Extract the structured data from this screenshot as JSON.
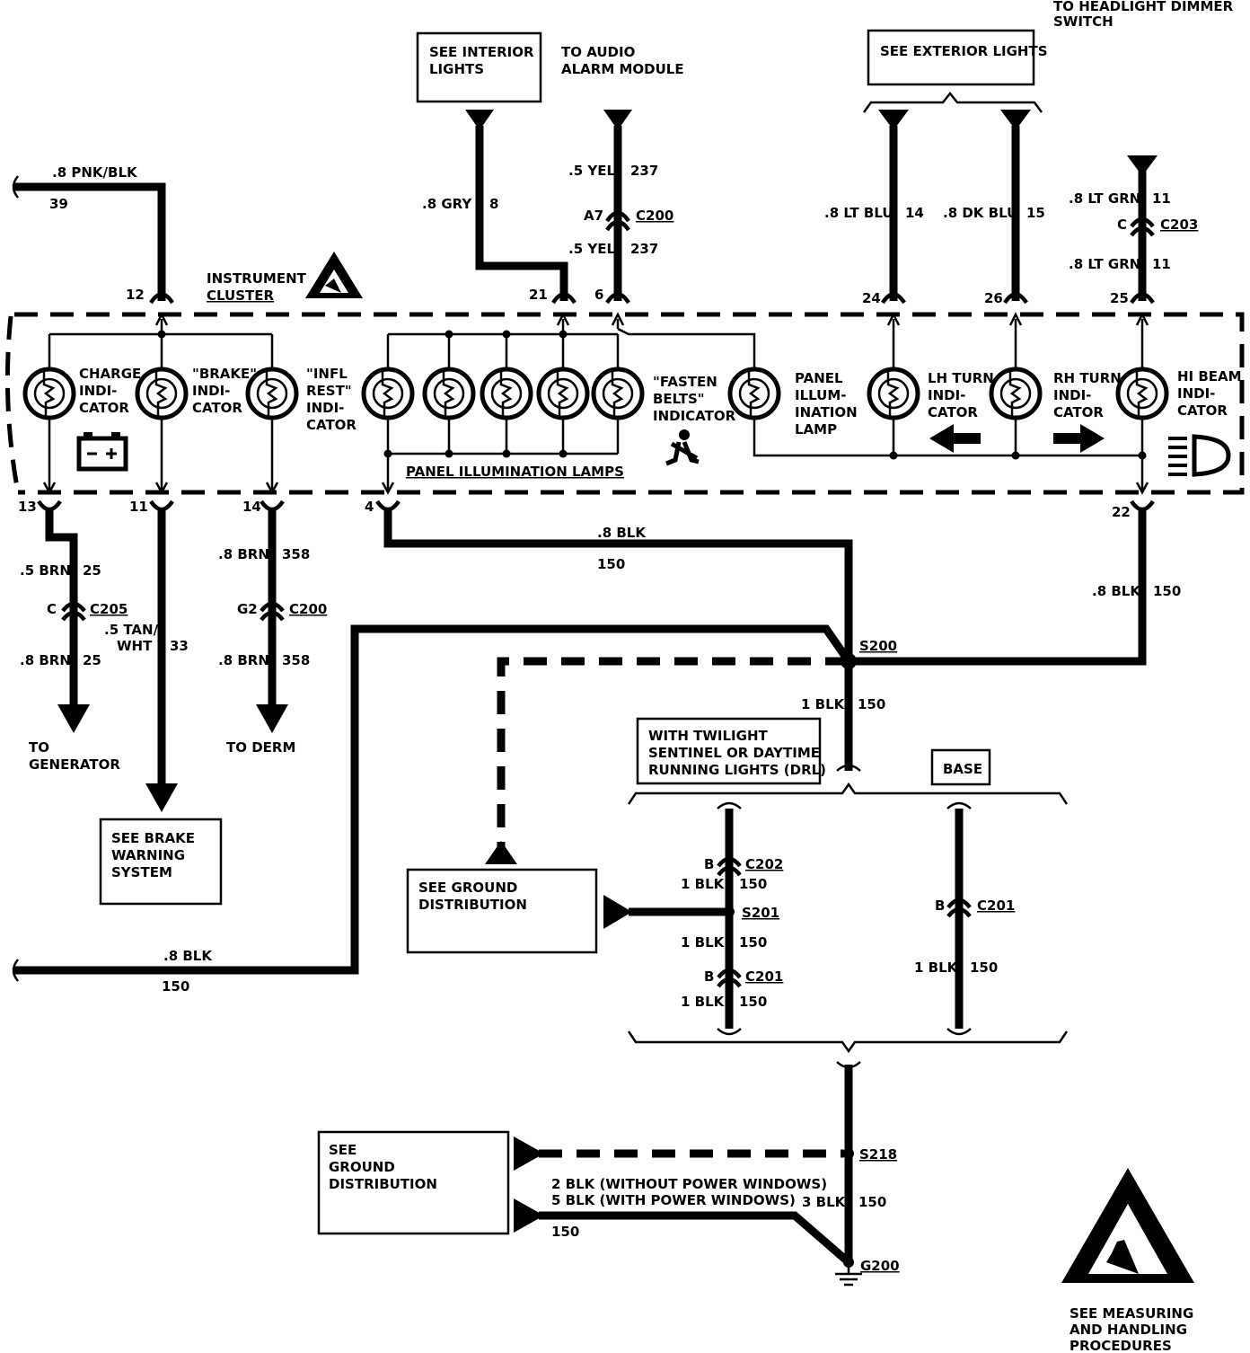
{
  "labels": {
    "to_headlight_dimmer": [
      "TO HEADLIGHT DIMMER",
      "SWITCH"
    ],
    "see_interior_lights": [
      "SEE INTERIOR",
      "LIGHTS"
    ],
    "to_audio_alarm": [
      "TO AUDIO",
      "ALARM MODULE"
    ],
    "see_exterior_lights": "SEE EXTERIOR LIGHTS",
    "instrument_cluster": [
      "INSTRUMENT",
      "CLUSTER"
    ],
    "charge_indicator": [
      "CHARGE",
      "INDI-",
      "CATOR"
    ],
    "brake_indicator": [
      "\"BRAKE\"",
      "INDI-",
      "CATOR"
    ],
    "infl_rest_indicator": [
      "\"INFL",
      "REST\"",
      "INDI-",
      "CATOR"
    ],
    "fasten_belts_indicator": [
      "\"FASTEN",
      "BELTS\"",
      "INDICATOR"
    ],
    "panel_illumination_lamp": [
      "PANEL",
      "ILLUM-",
      "INATION",
      "LAMP"
    ],
    "lh_turn_indicator": [
      "LH TURN",
      "INDI-",
      "CATOR"
    ],
    "rh_turn_indicator": [
      "RH TURN",
      "INDI-",
      "CATOR"
    ],
    "hi_beam_indicator": [
      "HI BEAM",
      "INDI-",
      "CATOR"
    ],
    "panel_illumination_lamps": "PANEL ILLUMINATION LAMPS",
    "to_generator": [
      "TO",
      "GENERATOR"
    ],
    "see_brake_warning": [
      "SEE BRAKE",
      "WARNING",
      "SYSTEM"
    ],
    "to_derm": "TO DERM",
    "with_twilight": [
      "WITH TWILIGHT",
      "SENTINEL OR DAYTIME",
      "RUNNING LIGHTS (DRL)"
    ],
    "base": "BASE",
    "see_ground_distribution_1": [
      "SEE GROUND",
      "DISTRIBUTION"
    ],
    "see_ground_distribution_2": [
      "SEE",
      "GROUND",
      "DISTRIBUTION"
    ],
    "see_measuring": [
      "SEE MEASURING",
      "AND HANDLING",
      "PROCEDURES"
    ],
    "without_power_windows": "2 BLK (WITHOUT POWER WINDOWS)",
    "with_power_windows": "5 BLK  (WITH POWER WINDOWS)"
  },
  "wires": {
    "w39": {
      "color": ".8 PNK/BLK",
      "circuit": "39"
    },
    "w8": {
      "color": ".8 GRY",
      "circuit": "8"
    },
    "w237a": {
      "color": ".5 YEL",
      "circuit": "237"
    },
    "w237b": {
      "color": ".5 YEL",
      "circuit": "237"
    },
    "w14": {
      "color": ".8 LT BLU",
      "circuit": "14"
    },
    "w15": {
      "color": ".8 DK BLU",
      "circuit": "15"
    },
    "w11a": {
      "color": ".8 LT GRN",
      "circuit": "11"
    },
    "w11b": {
      "color": ".8 LT GRN",
      "circuit": "11"
    },
    "w25a": {
      "color": ".5 BRN",
      "circuit": "25"
    },
    "w25b": {
      "color": ".8 BRN",
      "circuit": "25"
    },
    "w33_line1": ".5 TAN/",
    "w33_line2": "WHT",
    "w33_circuit": "33",
    "w358a": {
      "color": ".8 BRN",
      "circuit": "358"
    },
    "w358b": {
      "color": ".8 BRN",
      "circuit": "358"
    },
    "w150_pin4": {
      "color": ".8 BLK",
      "circuit": "150"
    },
    "w150_pin22": {
      "color": ".8 BLK",
      "circuit": "150"
    },
    "w150_s200": {
      "color": "1 BLK",
      "circuit": "150"
    },
    "w150_left": {
      "color": ".8 BLK",
      "circuit": "150"
    },
    "w150_c202": {
      "color": "1 BLK",
      "circuit": "150"
    },
    "w150_s201": {
      "color": "1 BLK",
      "circuit": "150"
    },
    "w150_c201": {
      "color": "1 BLK",
      "circuit": "150"
    },
    "w150_base": {
      "color": "1 BLK",
      "circuit": "150"
    },
    "w150_g200": {
      "color": "3 BLK",
      "circuit": "150"
    },
    "w150_pw": "150"
  },
  "connectors": {
    "c200_top": {
      "cavity": "A7",
      "name": "C200"
    },
    "c203": {
      "cavity": "C",
      "name": "C203"
    },
    "c205": {
      "cavity": "C",
      "name": "C205"
    },
    "c200_bot": {
      "cavity": "G2",
      "name": "C200"
    },
    "c202": {
      "cavity": "B",
      "name": "C202"
    },
    "c201_left": {
      "cavity": "B",
      "name": "C201"
    },
    "c201_right": {
      "cavity": "B",
      "name": "C201"
    }
  },
  "splices": {
    "s200": "S200",
    "s201": "S201",
    "s218": "S218",
    "g200": "G200"
  },
  "pins": {
    "p12": "12",
    "p21": "21",
    "p6": "6",
    "p24": "24",
    "p26": "26",
    "p25": "25",
    "p13": "13",
    "p11": "11",
    "p14": "14",
    "p4": "4",
    "p22": "22"
  }
}
